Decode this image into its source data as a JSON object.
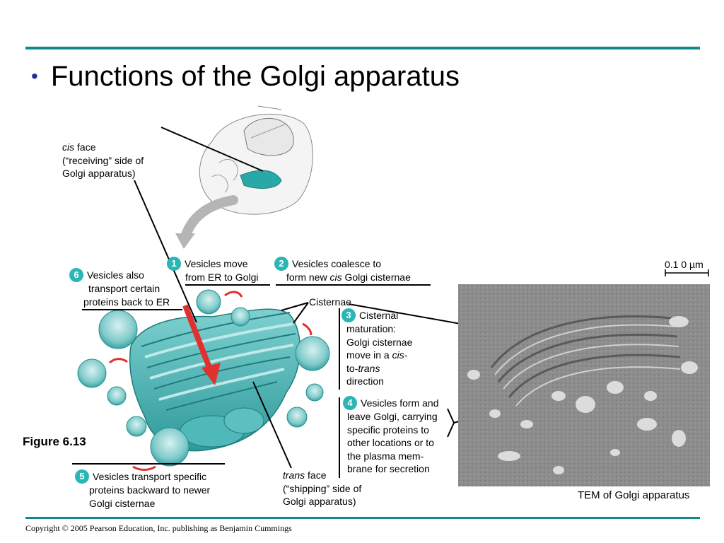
{
  "slide": {
    "bullet": "•",
    "title": "Functions of the Golgi apparatus",
    "figure_label": "Figure 6.13",
    "copyright": "Copyright © 2005 Pearson Education, Inc. publishing as Benjamin Cummings"
  },
  "labels": {
    "cis_face": {
      "italic": "cis",
      "rest": " face",
      "line2": "(“receiving” side of",
      "line3": "Golgi apparatus)"
    },
    "trans_face": {
      "italic": "trans",
      "rest": " face",
      "line2": "(“shipping” side of",
      "line3": "Golgi apparatus)"
    },
    "cisternae": "Cisternae",
    "scale_bar": "0.1 0 µm",
    "tem_caption": "TEM of Golgi apparatus"
  },
  "steps": [
    {
      "number": "1",
      "line1": "Vesicles move",
      "line2": "from ER to Golgi"
    },
    {
      "number": "2",
      "line1": "Vesicles coalesce to",
      "line2_pre": "form new ",
      "line2_italic": "cis",
      "line2_post": " Golgi cisternae"
    },
    {
      "number": "3",
      "line1": "Cisternal",
      "line2": "maturation:",
      "line3": "Golgi cisternae",
      "line4_pre": "move in a ",
      "line4_italic": "cis",
      "line4_post": "-",
      "line5_pre": "to-",
      "line5_italic": "trans",
      "line6": "direction"
    },
    {
      "number": "4",
      "line1": "Vesicles form and",
      "line2": "leave Golgi, carrying",
      "line3": "specific proteins to",
      "line4": "other locations or to",
      "line5": "the plasma mem-",
      "line6": "brane for secretion"
    },
    {
      "number": "5",
      "line1": "Vesicles transport specific",
      "line2": "proteins backward to newer",
      "line3": "Golgi cisternae"
    },
    {
      "number": "6",
      "line1": "Vesicles also",
      "line2": "transport certain",
      "line3": "proteins back to ER"
    }
  ],
  "colors": {
    "accent_rule": "#0e8a8a",
    "golgi_teal": "#3fb0b0",
    "step_badge": "#2bb5b5",
    "arrow_red": "#e03030",
    "bullet": "#2a2a9a"
  }
}
